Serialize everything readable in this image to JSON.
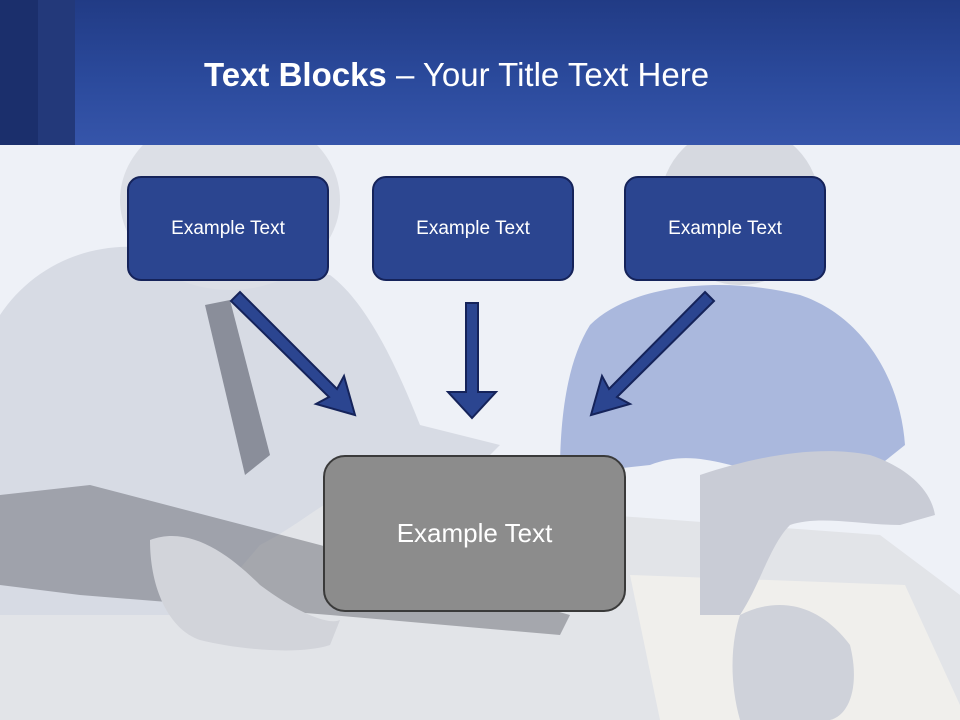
{
  "slide": {
    "title_bold": "Text Blocks",
    "title_rest": " – Your Title Text Here"
  },
  "blocks": [
    {
      "text": "Example Text"
    },
    {
      "text": "Example Text"
    },
    {
      "text": "Example Text"
    }
  ],
  "center_block": {
    "text": "Example Text"
  },
  "colors": {
    "header": "#2b4a9c",
    "block_fill": "#2b4590",
    "block_border": "#15235a",
    "center_fill": "#8c8c8c",
    "arrow": "#2b4590"
  }
}
